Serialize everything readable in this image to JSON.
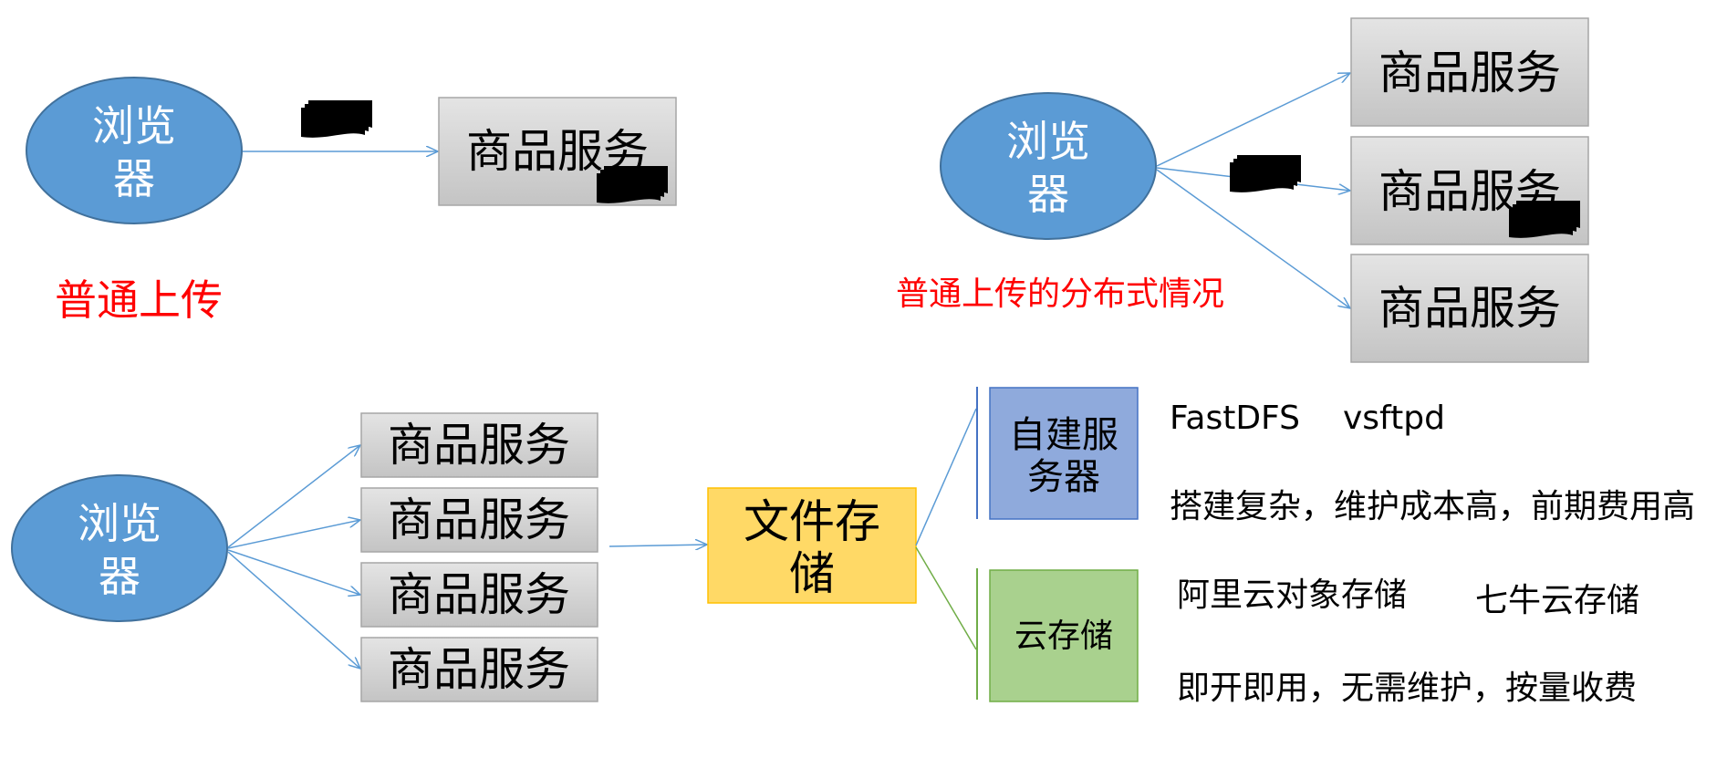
{
  "labels": {
    "browser_line1": "浏览",
    "browser_line2": "器",
    "service": "商品服务",
    "normal_upload": "普通上传",
    "normal_upload_distributed": "普通上传的分布式情况",
    "file_storage_line1": "文件存",
    "file_storage_line2": "储",
    "self_hosted_line1": "自建服",
    "self_hosted_line2": "务器",
    "cloud_storage": "云存储"
  },
  "notes": {
    "self_hosted_products_1": "FastDFS",
    "self_hosted_products_2": "vsftpd",
    "self_hosted_desc": "搭建复杂，维护成本高，前期费用高",
    "cloud_products_1": "阿里云对象存储",
    "cloud_products_2": "七牛云存储",
    "cloud_desc": "即开即用，无需维护，按量收费"
  },
  "colors": {
    "browser_fill": "#5b9bd5",
    "arrow": "#5b9bd5",
    "label_red": "#ff0000",
    "file_storage_fill": "#ffd966",
    "self_hosted_fill": "#8faadc",
    "cloud_fill": "#a9d18e",
    "file_icon": "#ffc000"
  }
}
